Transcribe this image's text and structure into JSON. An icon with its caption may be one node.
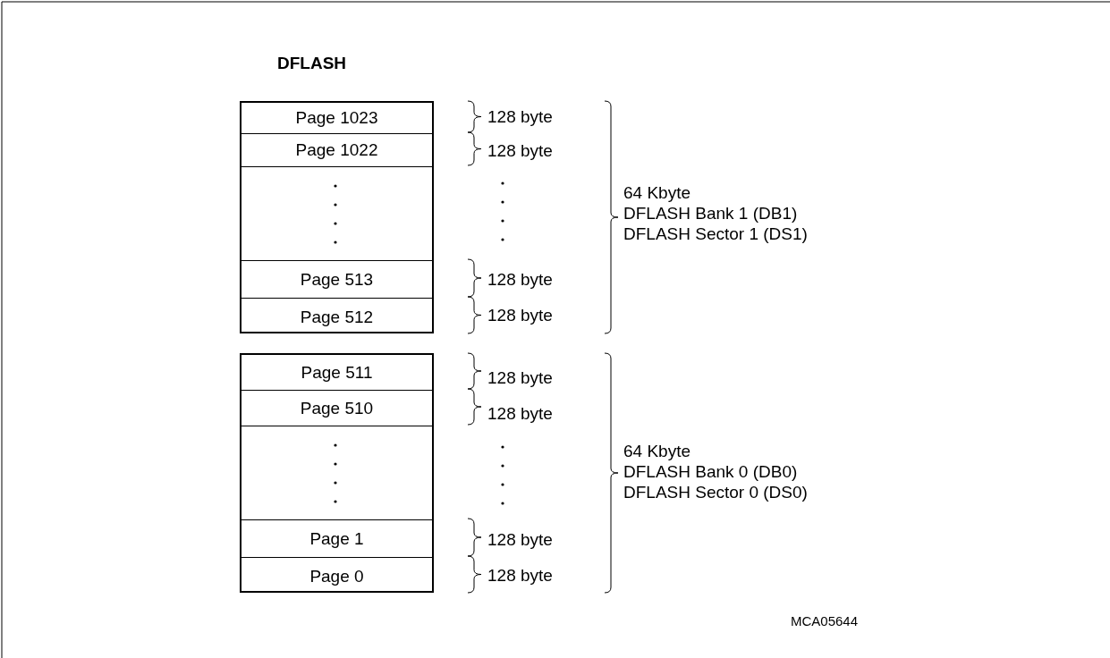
{
  "diagram": {
    "title": "DFLASH",
    "nodes": [
      {
        "text": [],
        "shape": "box"
      },
      {
        "text": [
          "Page 1023"
        ],
        "in": 0
      },
      {
        "text": [
          "Page 1022"
        ],
        "in": 0
      },
      {
        "text": [],
        "shape": "box",
        "in": 0
      },
      {
        "text": [
          "Page 513"
        ],
        "in": 0
      },
      {
        "text": [
          "Page 512"
        ],
        "in": 0
      },
      {
        "text": [],
        "shape": "box"
      },
      {
        "text": [
          "Page 511"
        ],
        "in": 6
      },
      {
        "text": [
          "Page 510"
        ],
        "in": 6
      },
      {
        "text": [],
        "shape": "box",
        "in": 6
      },
      {
        "text": [
          "Page 1"
        ],
        "in": 6
      },
      {
        "text": [
          "Page 0"
        ],
        "in": 6
      }
    ],
    "labels": [
      "128 byte",
      "128 byte",
      "64 Kbyte",
      "DFLASH Bank 1 (DB1)",
      "DFLASH Sector 1 (DS1)",
      "128 byte",
      "128 byte",
      "128 byte",
      "128 byte",
      "64 Kbyte",
      "DFLASH Bank 0 (DB0)",
      "DFLASH Sector 0 (DS0)",
      "128 byte",
      "128 byte",
      "MCA05644"
    ]
  }
}
